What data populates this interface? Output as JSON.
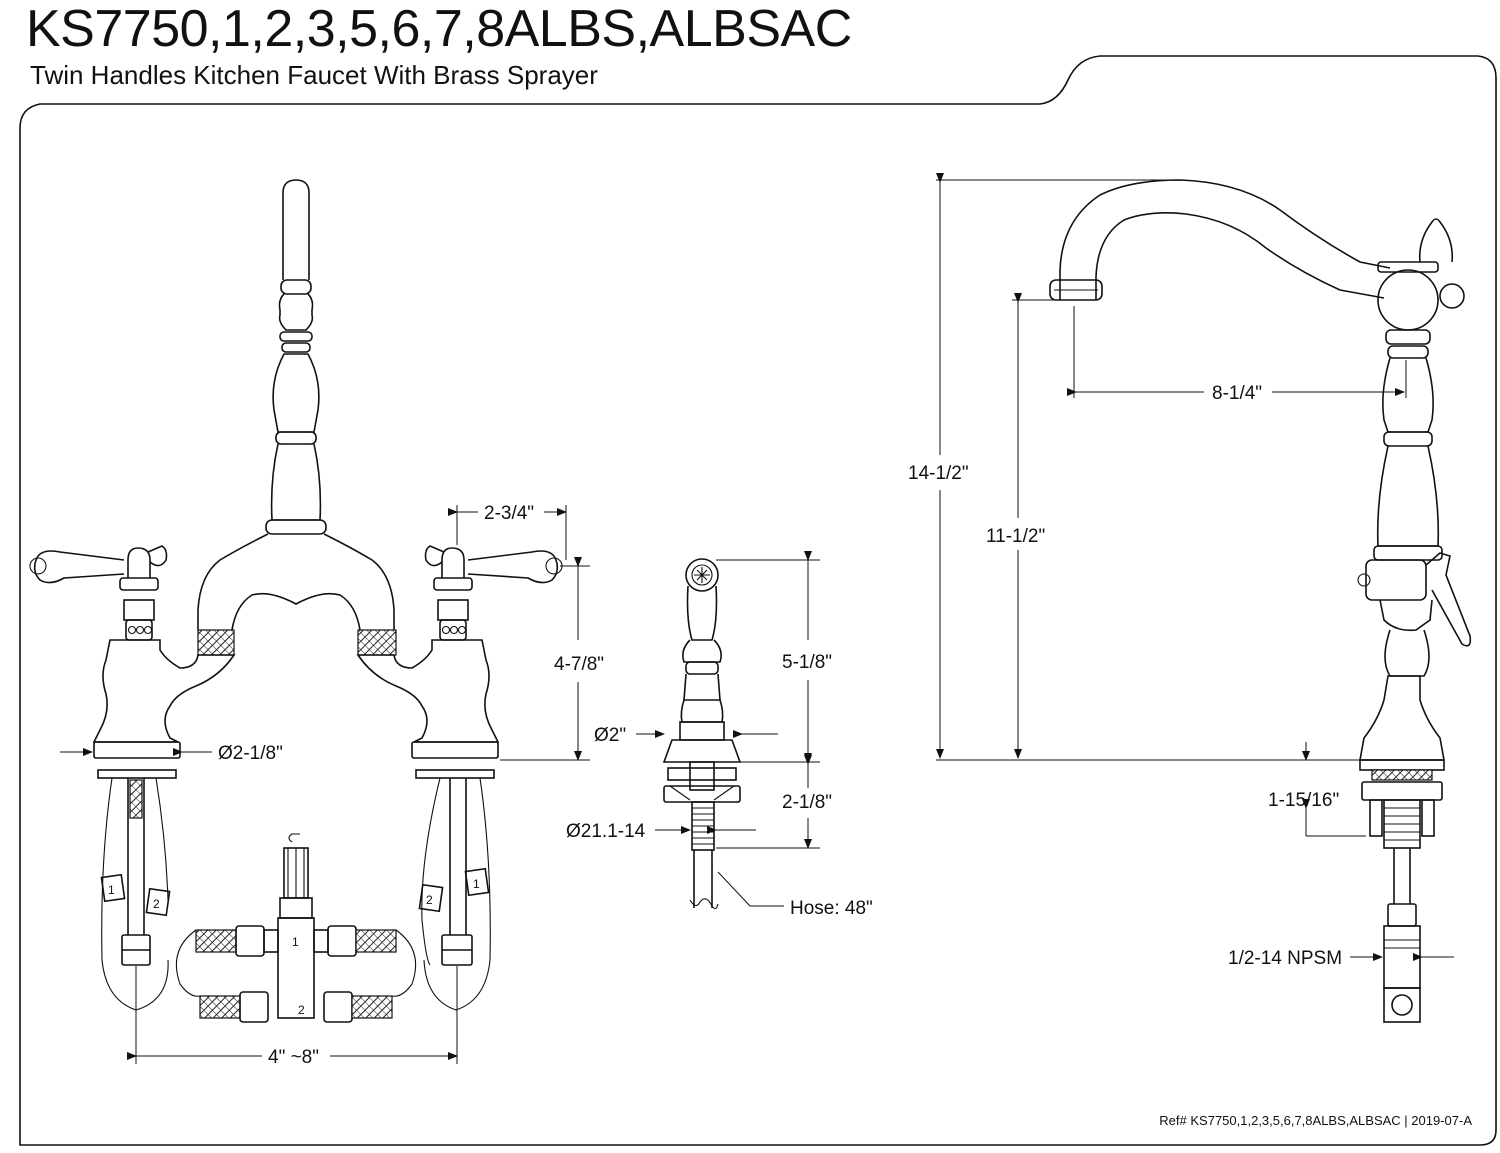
{
  "header": {
    "model_number": "KS7750,1,2,3,5,6,7,8ALBS,ALBSAC",
    "product_description": "Twin Handles Kitchen Faucet With Brass Sprayer"
  },
  "dimensions": {
    "handle_spread": "2-3/4\"",
    "handle_height": "4-7/8\"",
    "base_diameter": "Ø2-1/8\"",
    "center_spread": "4\" ~8\"",
    "sprayer_height": "5-1/8\"",
    "sprayer_base_diameter": "Ø2\"",
    "sprayer_shank_length": "2-1/8\"",
    "sprayer_thread": "Ø21.1-14",
    "hose_length": "Hose: 48\"",
    "overall_height": "14-1/2\"",
    "spout_height": "11-1/2\"",
    "spout_reach": "8-1/4\"",
    "mounting_depth": "1-15/16\"",
    "connection_thread": "1/2-14 NPSM"
  },
  "labels": {
    "hot": "1",
    "cold": "2"
  },
  "footer": {
    "reference": "Ref# KS7750,1,2,3,5,6,7,8ALBS,ALBSAC | 2019-07-A"
  }
}
